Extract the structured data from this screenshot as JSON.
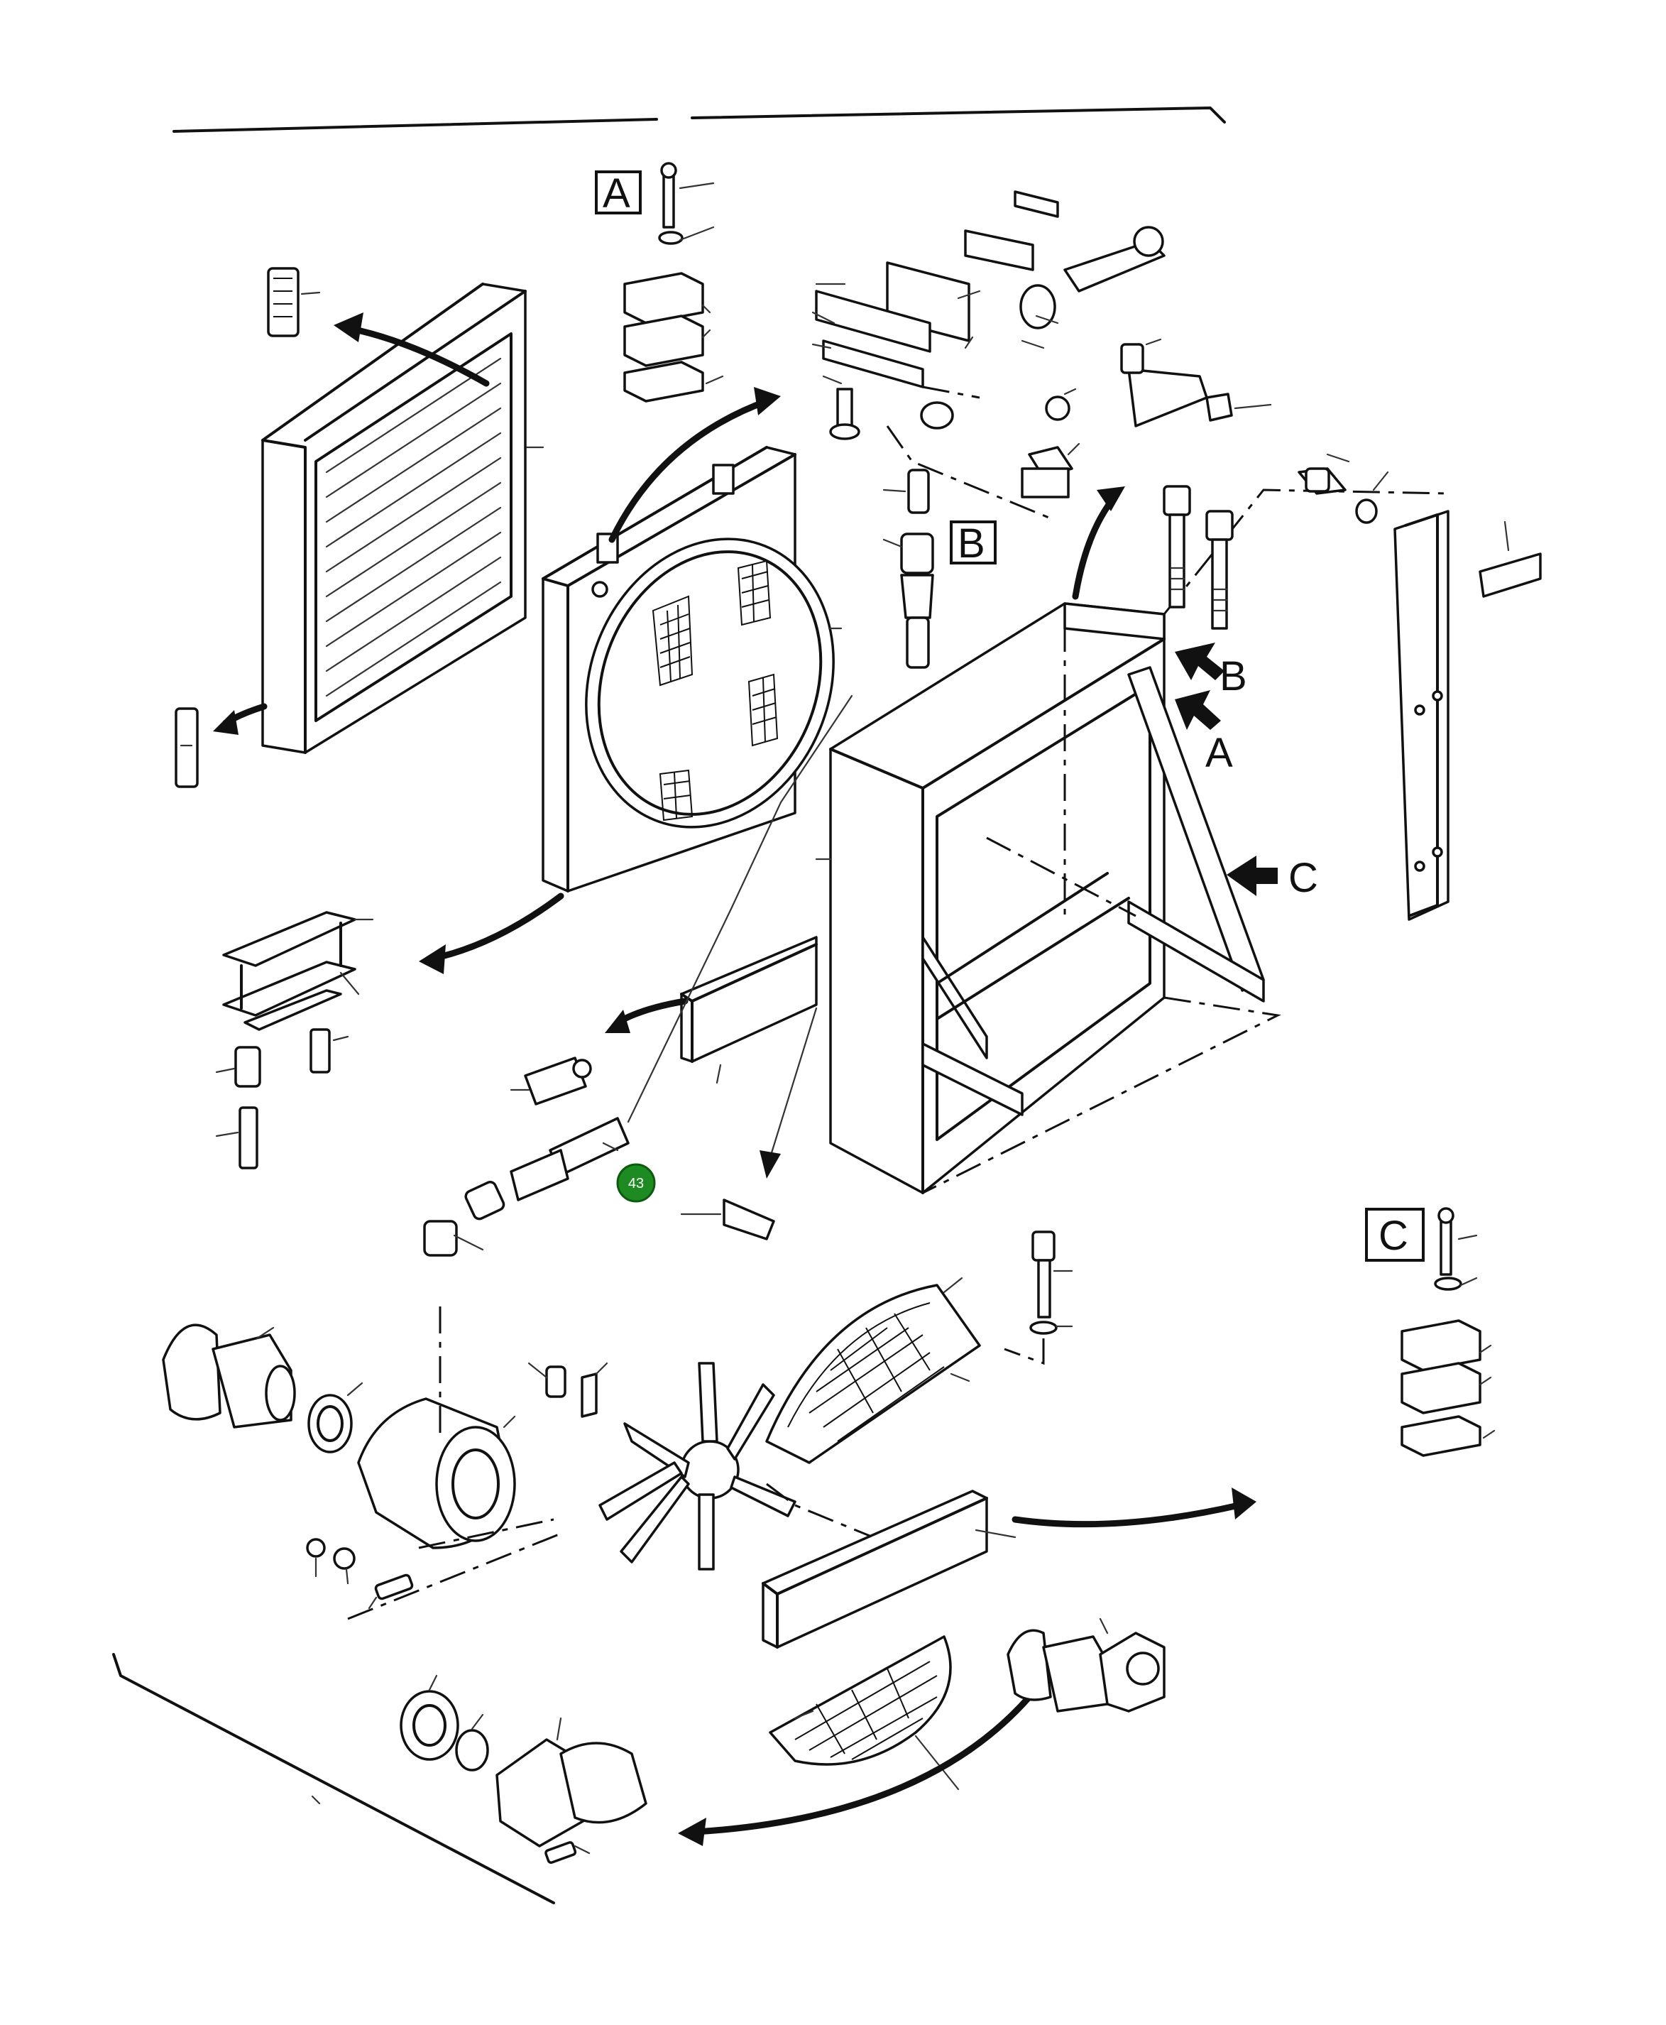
{
  "views": {
    "box_a": "A",
    "box_b": "B",
    "box_c": "C",
    "arrow_b": "B",
    "arrow_a": "A",
    "arrow_c": "C"
  },
  "callout": {
    "number": "43",
    "color": "#1e8b22"
  }
}
